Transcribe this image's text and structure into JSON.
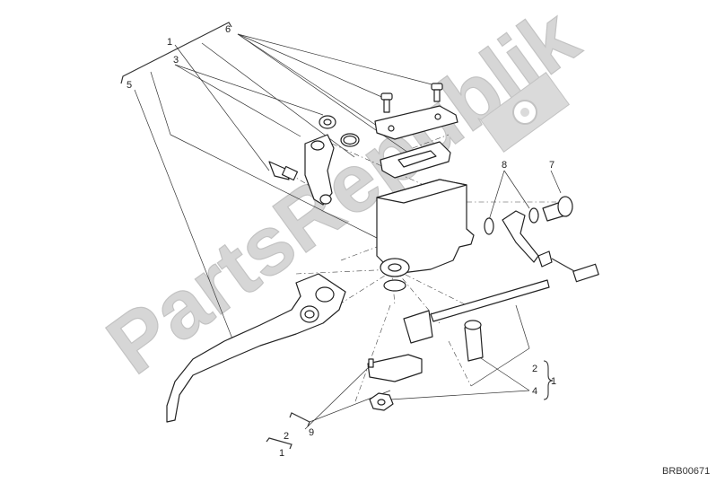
{
  "callouts": {
    "c1_top": "1",
    "c2_bottom": "2",
    "c1_bottom": "1",
    "c2_right": "2",
    "c1_right": "1",
    "c3": "3",
    "c4": "4",
    "c5": "5",
    "c6": "6",
    "c7": "7",
    "c8": "8",
    "c9": "9"
  },
  "watermark": "PartsRepublik",
  "drawing_code": "BRB00671",
  "icons": [
    "gear-logo-icon"
  ],
  "colors": {
    "line": "#222222",
    "watermark": "#d2d2d2"
  }
}
